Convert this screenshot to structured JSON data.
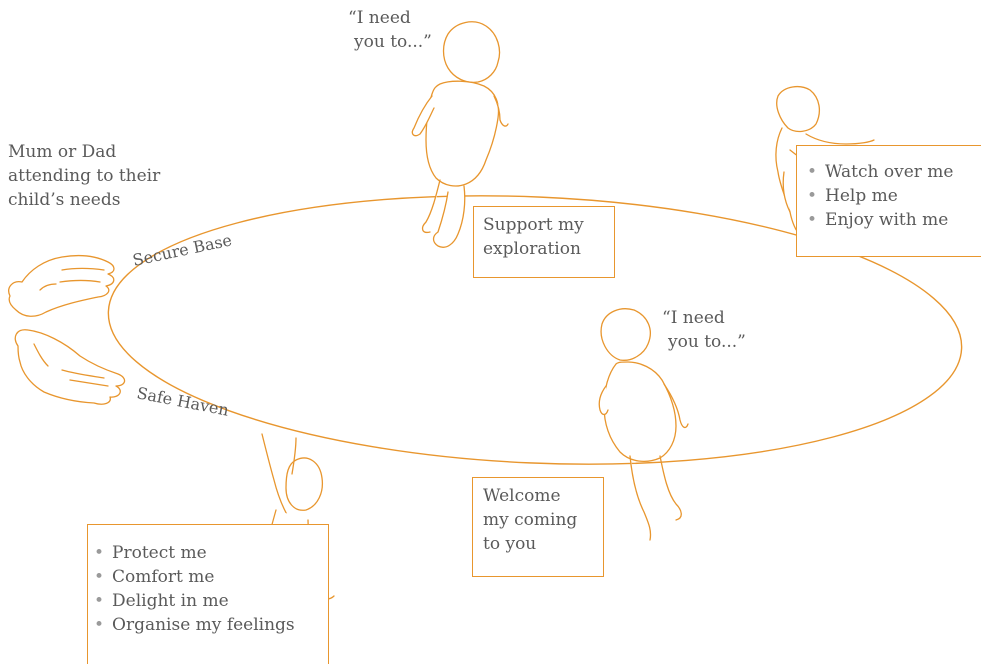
{
  "colors": {
    "accent": "#e8962e",
    "text": "#5a5a5a"
  },
  "caption": [
    "Mum or Dad",
    "attending to their",
    "child’s needs"
  ],
  "quote_top": [
    "“I need",
    "you to...”"
  ],
  "quote_right": [
    "“I need",
    "you to...”"
  ],
  "labels": {
    "secure_base": "Secure Base",
    "safe_haven": "Safe Haven"
  },
  "box_support": [
    "Support my",
    "exploration"
  ],
  "box_welcome": [
    "Welcome",
    "my coming",
    "to you"
  ],
  "list_top_right": [
    "Watch over me",
    "Help me",
    "Enjoy with me"
  ],
  "list_bottom_left": [
    "Protect me",
    "Comfort me",
    "Delight in me",
    "Organise my feelings"
  ],
  "icons": [
    "hands-icon",
    "child-walking-away-icon",
    "child-peeking-icon",
    "child-returning-icon",
    "child-reaching-up-icon"
  ]
}
